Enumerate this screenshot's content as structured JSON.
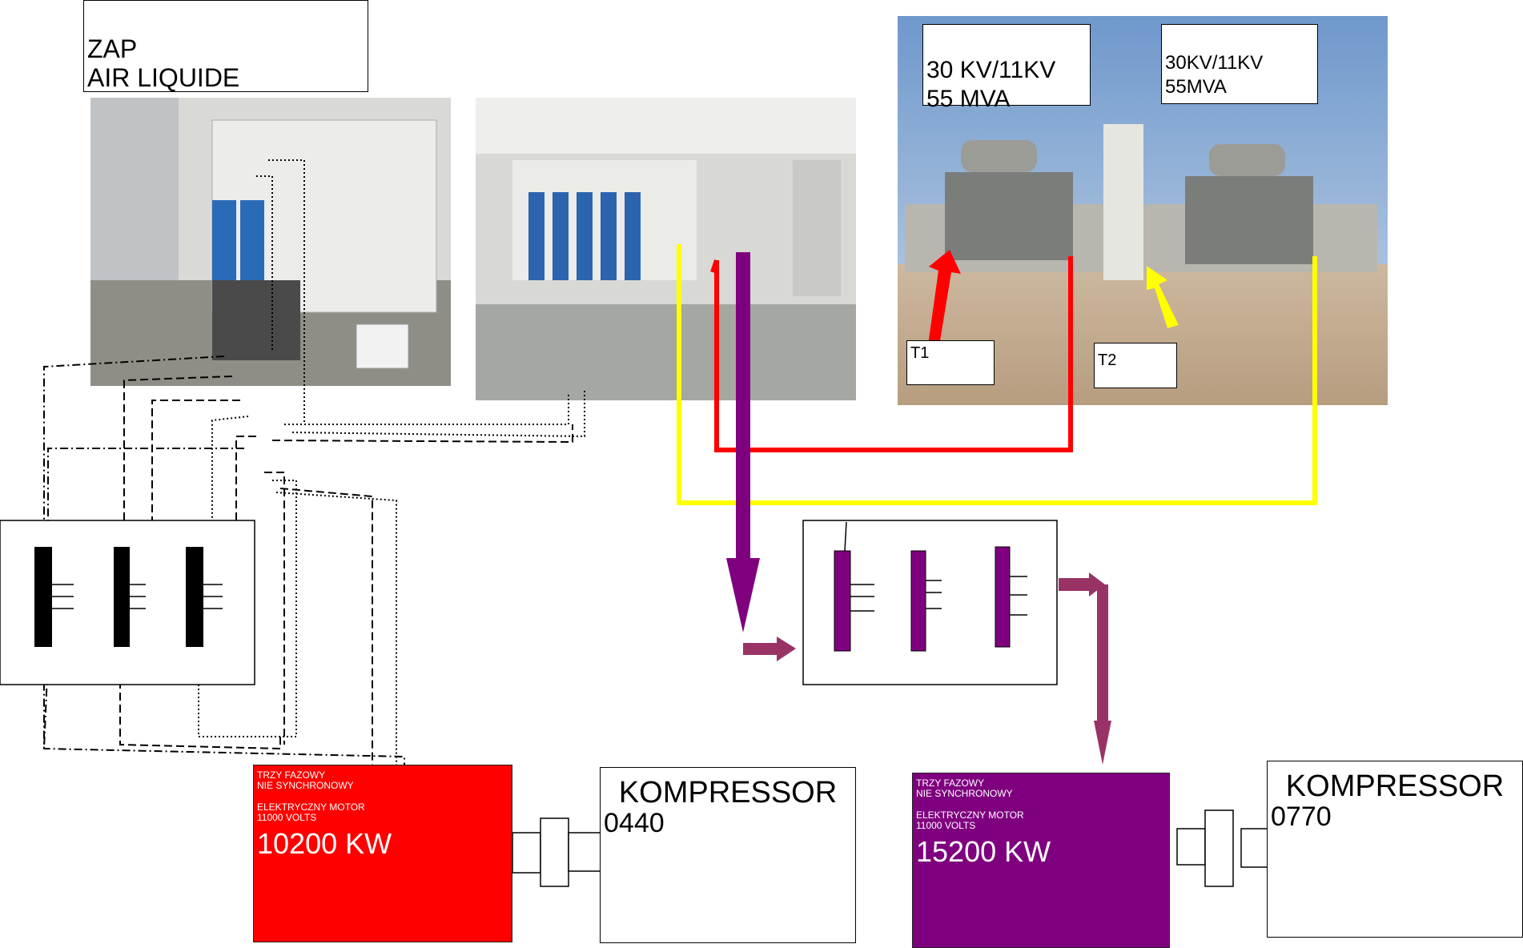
{
  "title_box": {
    "text": "ZAP\nAIR LIQUIDE"
  },
  "transformer_t1_rating": {
    "text": "30 KV/11KV\n55 MVA"
  },
  "transformer_t2_rating": {
    "text": "30KV/11KV\n55MVA"
  },
  "t1_label": "T1",
  "t2_label": "T2",
  "motor_left": {
    "line1": "TRZY FAZOWY\nNIE SYNCHRONOWY",
    "line2": "ELEKTRYCZNY MOTOR\n11000 VOLTS",
    "power": "10200 KW",
    "color": "#ff0000"
  },
  "motor_right": {
    "line1": "TRZY FAZOWY\nNIE SYNCHRONOWY",
    "line2": "ELEKTRYCZNY MOTOR\n11000 VOLTS",
    "power": "15200 KW",
    "color": "#7f007f"
  },
  "compressor_left": {
    "name": "KOMPRESSOR",
    "number": "0440"
  },
  "compressor_right": {
    "name": "KOMPRESSOR",
    "number": "0770"
  },
  "colors": {
    "feed_t1": "#ff0000",
    "feed_t2": "#ffff00",
    "purple": "#7f007f",
    "purple_light": "#993366"
  }
}
